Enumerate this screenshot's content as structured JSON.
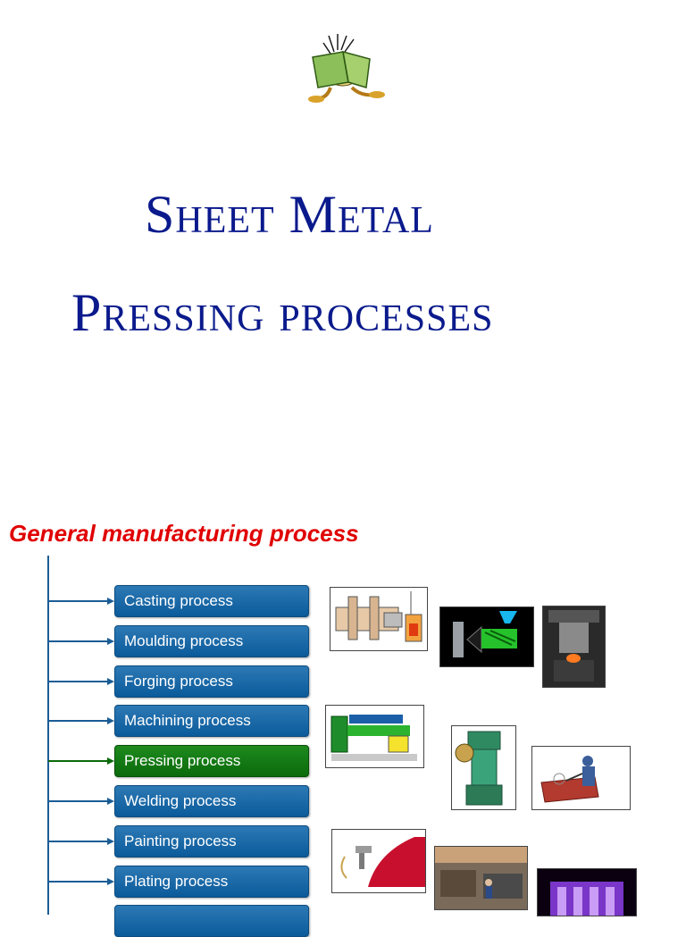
{
  "title": {
    "line1": "Sheet Metal",
    "line2": "Pressing processes"
  },
  "section": {
    "heading": "General manufacturing process",
    "processes": [
      {
        "label": "Casting process",
        "active": false
      },
      {
        "label": "Moulding process",
        "active": false
      },
      {
        "label": "Forging process",
        "active": false
      },
      {
        "label": "Machining process",
        "active": false
      },
      {
        "label": "Pressing process",
        "active": true
      },
      {
        "label": "Welding process",
        "active": false
      },
      {
        "label": "Painting process",
        "active": false
      },
      {
        "label": "Plating process",
        "active": false
      },
      {
        "label": "",
        "active": false
      }
    ]
  },
  "colors": {
    "title": "#0a1a8c",
    "heading": "#e00000",
    "process_box": "#0b5a9a",
    "process_box_active": "#0b6a0b",
    "connector": "#1a5d96"
  },
  "images": [
    "casting-machine-illustration",
    "moulding-machine-illustration",
    "forging-press-photo",
    "lathe-machine-illustration",
    "pressing-machine-illustration",
    "welding-worker-illustration",
    "spray-painting-illustration",
    "plating-plant-photo",
    "plasma-process-photo"
  ]
}
